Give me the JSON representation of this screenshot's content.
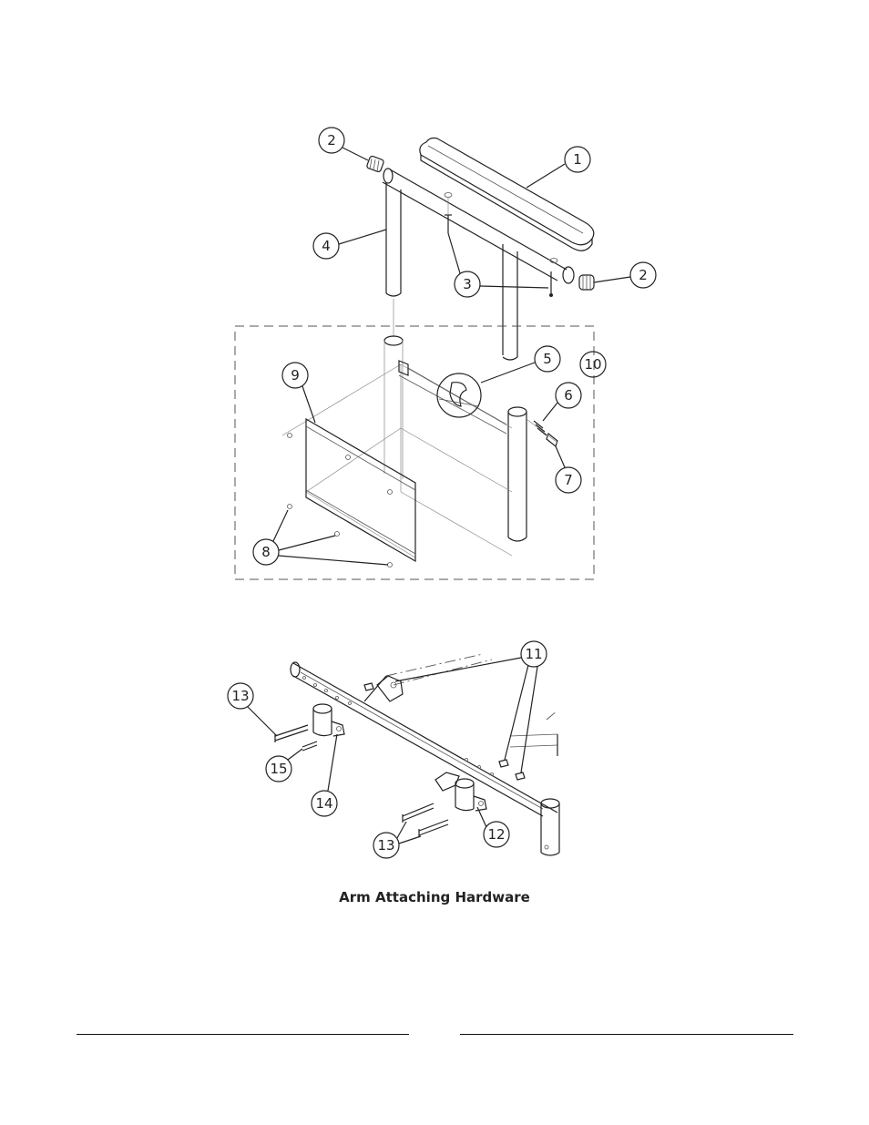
{
  "figure": {
    "caption": "Arm Attaching Hardware",
    "callouts_top": [
      "1",
      "2",
      "2",
      "3",
      "4",
      "5",
      "6",
      "7",
      "8",
      "9",
      "10"
    ],
    "callouts_bottom": [
      "11",
      "12",
      "13",
      "13",
      "14",
      "15"
    ]
  }
}
